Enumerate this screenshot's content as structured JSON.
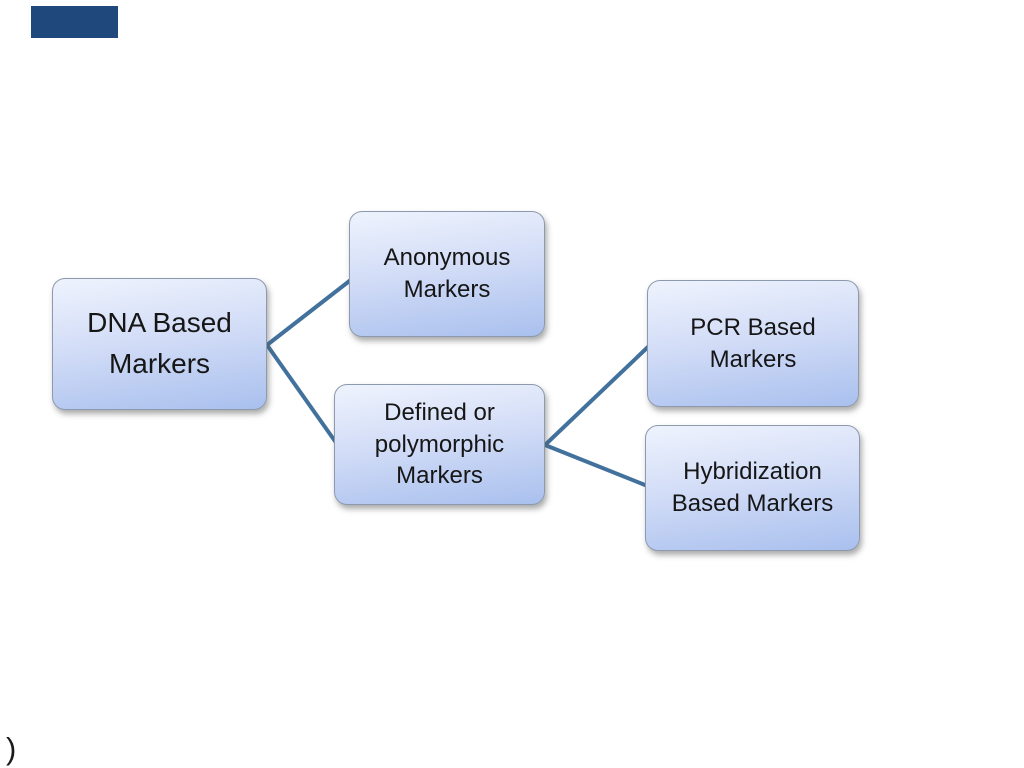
{
  "page": {
    "background_color": "#ffffff",
    "stray_text": ")"
  },
  "decor": {
    "corner_rect_color": "#1F497D"
  },
  "diagram": {
    "type": "flowchart-hierarchy",
    "node_fill_top": "#eef3fd",
    "node_fill_bottom": "#a9c0ee",
    "node_border_color": "#8d99ac",
    "connector_color": "#41719c",
    "text_color": "#161616",
    "nodes": [
      {
        "id": "dna",
        "label": "DNA Based\nMarkers"
      },
      {
        "id": "anonymous",
        "label": "Anonymous\nMarkers"
      },
      {
        "id": "defined",
        "label": "Defined or\npolymorphic\nMarkers"
      },
      {
        "id": "pcr",
        "label": "PCR Based\nMarkers"
      },
      {
        "id": "hybridization",
        "label": "Hybridization\nBased Markers"
      }
    ],
    "edges": [
      {
        "from": "DNA Based Markers",
        "to": "Anonymous Markers"
      },
      {
        "from": "DNA Based Markers",
        "to": "Defined or polymorphic Markers"
      },
      {
        "from": "Defined or polymorphic Markers",
        "to": "PCR Based Markers"
      },
      {
        "from": "Defined or polymorphic Markers",
        "to": "Hybridization Based Markers"
      }
    ]
  }
}
